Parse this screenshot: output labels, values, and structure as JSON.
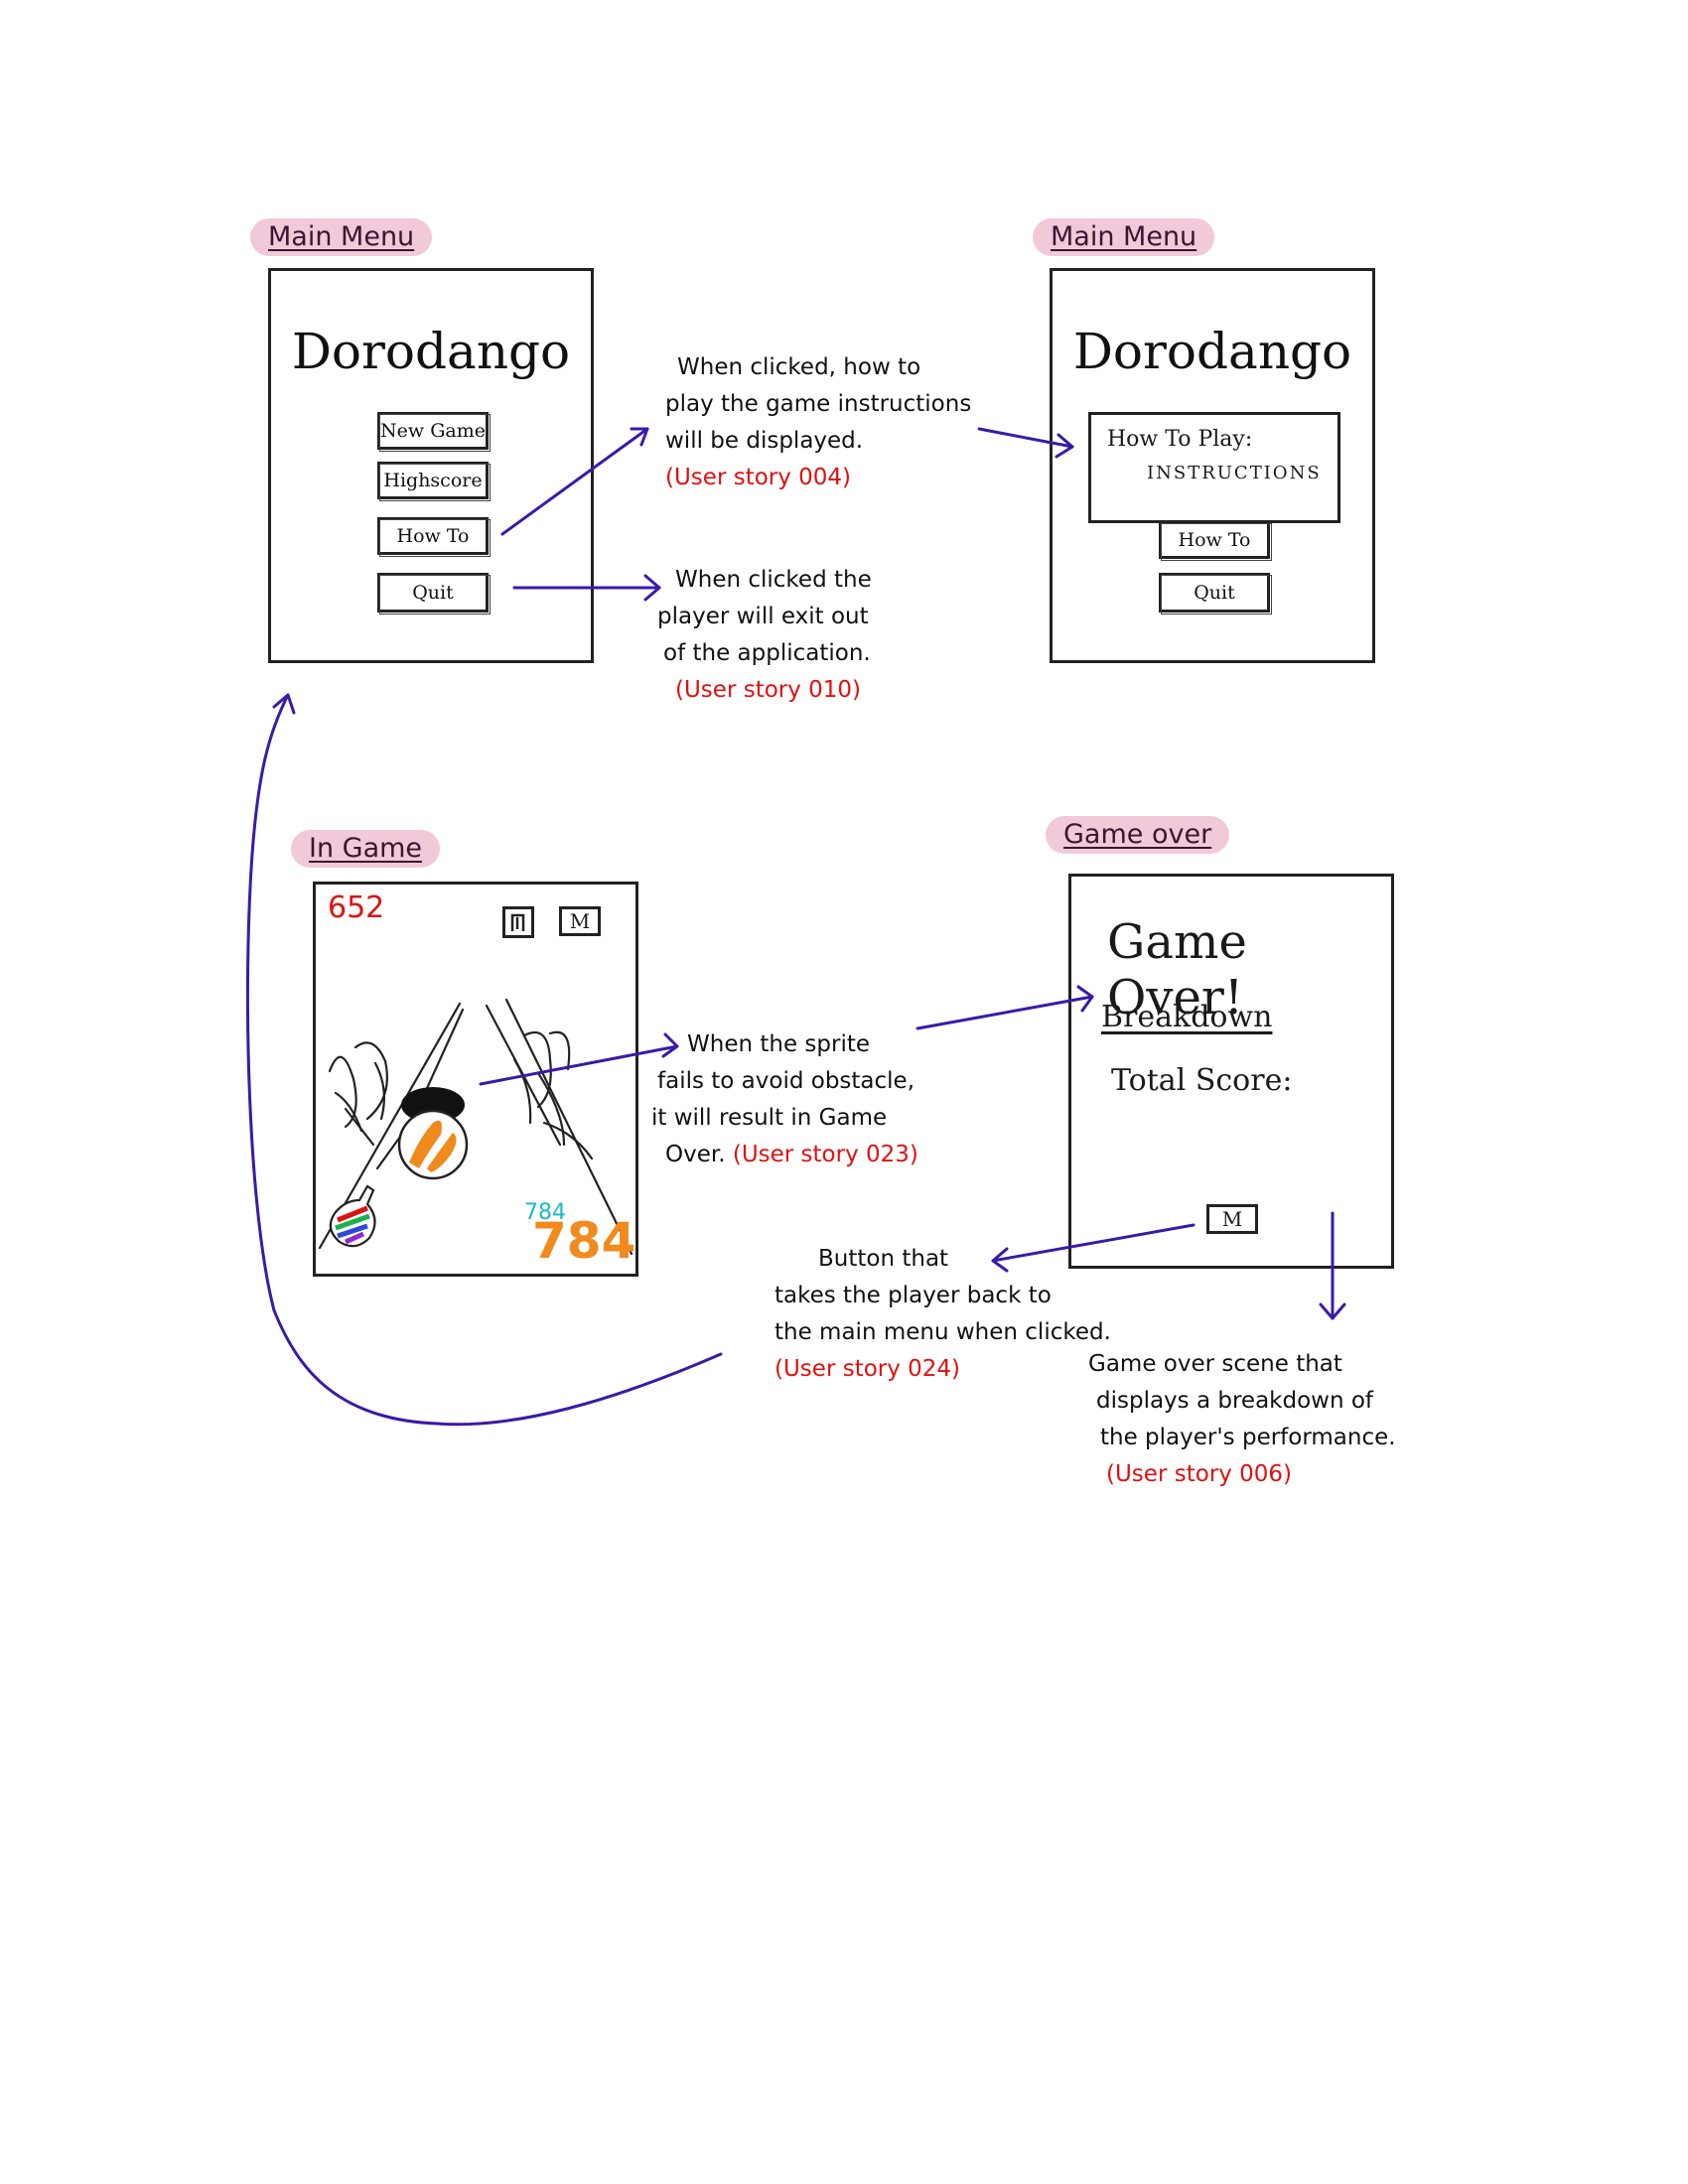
{
  "labels": {
    "main_menu_1": "Main Menu",
    "main_menu_2": "Main Menu",
    "in_game": "In Game",
    "game_over": "Game over"
  },
  "main_menu": {
    "title": "Dorodango",
    "buttons": [
      "New Game",
      "Highscore",
      "How To",
      "Quit"
    ]
  },
  "main_menu_howto": {
    "title": "Dorodango",
    "panel_heading": "How To Play:",
    "panel_body": "INSTRUCTIONS",
    "buttons": [
      "How To",
      "Quit"
    ]
  },
  "in_game": {
    "timer": "652",
    "pause_icon": "pause-icon",
    "menu_button": "M",
    "score_small": "784",
    "score_large": "784",
    "colors": {
      "timer": "#e01010",
      "score_small": "#1cb8c8",
      "score_large": "#f08a1c",
      "ball": "#f08a1c"
    }
  },
  "game_over": {
    "title": "Game Over!",
    "breakdown": "Breakdown",
    "total_score": "Total Score:",
    "menu_button": "M"
  },
  "notes": {
    "howto": {
      "lines": [
        "When clicked, how to",
        "play the game instructions",
        "will be displayed."
      ],
      "story": "(User story 004)"
    },
    "quit": {
      "lines": [
        "When clicked the",
        "player will exit out",
        "of the application."
      ],
      "story": "(User story 010)"
    },
    "obstacle": {
      "lines": [
        "When the sprite",
        "fails to avoid obstacle,",
        "it will result in Game"
      ],
      "last": "Over.",
      "story": "(User story 023)"
    },
    "menu": {
      "lines": [
        "Button that",
        "takes the player back to",
        "the main menu when clicked."
      ],
      "story": "(User story 024)"
    },
    "gameover": {
      "lines": [
        "Game over scene that",
        "displays a breakdown of",
        "the player's performance."
      ],
      "story": "(User story 006)"
    }
  },
  "colors": {
    "arrow": "#3a1aa8",
    "label_bg": "#f2c9d9",
    "story": "#e01010"
  }
}
